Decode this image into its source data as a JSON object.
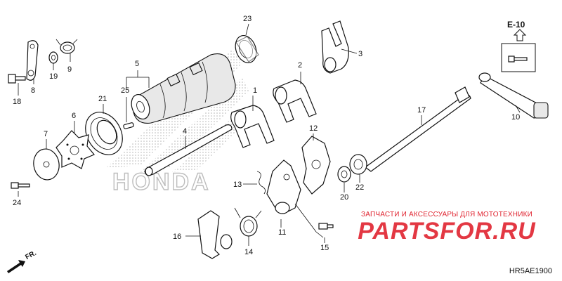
{
  "diagram": {
    "code": "HR5AE1900",
    "section_ref": "E-10",
    "front_label": "FR.",
    "watermark_logo": "HONDA",
    "brand_tagline": "ЗАПЧАСТИ И АКСЕССУАРЫ ДЛЯ МОТОТЕХНИКИ",
    "brand_name": "PARTSFOR.RU"
  },
  "callouts": [
    {
      "id": "c1",
      "label": "1"
    },
    {
      "id": "c2",
      "label": "2"
    },
    {
      "id": "c3",
      "label": "3"
    },
    {
      "id": "c4",
      "label": "4"
    },
    {
      "id": "c5",
      "label": "5"
    },
    {
      "id": "c6",
      "label": "6"
    },
    {
      "id": "c7",
      "label": "7"
    },
    {
      "id": "c8",
      "label": "8"
    },
    {
      "id": "c9",
      "label": "9"
    },
    {
      "id": "c10",
      "label": "10"
    },
    {
      "id": "c11",
      "label": "11"
    },
    {
      "id": "c12",
      "label": "12"
    },
    {
      "id": "c13",
      "label": "13"
    },
    {
      "id": "c14",
      "label": "14"
    },
    {
      "id": "c15",
      "label": "15"
    },
    {
      "id": "c16",
      "label": "16"
    },
    {
      "id": "c17",
      "label": "17"
    },
    {
      "id": "c18",
      "label": "18"
    },
    {
      "id": "c19",
      "label": "19"
    },
    {
      "id": "c20",
      "label": "20"
    },
    {
      "id": "c21",
      "label": "21"
    },
    {
      "id": "c22",
      "label": "22"
    },
    {
      "id": "c23",
      "label": "23"
    },
    {
      "id": "c24",
      "label": "24"
    },
    {
      "id": "c25",
      "label": "25"
    }
  ],
  "colors": {
    "brand": "#e0232f",
    "line": "#111111",
    "watermark": "#c9c9c9"
  }
}
